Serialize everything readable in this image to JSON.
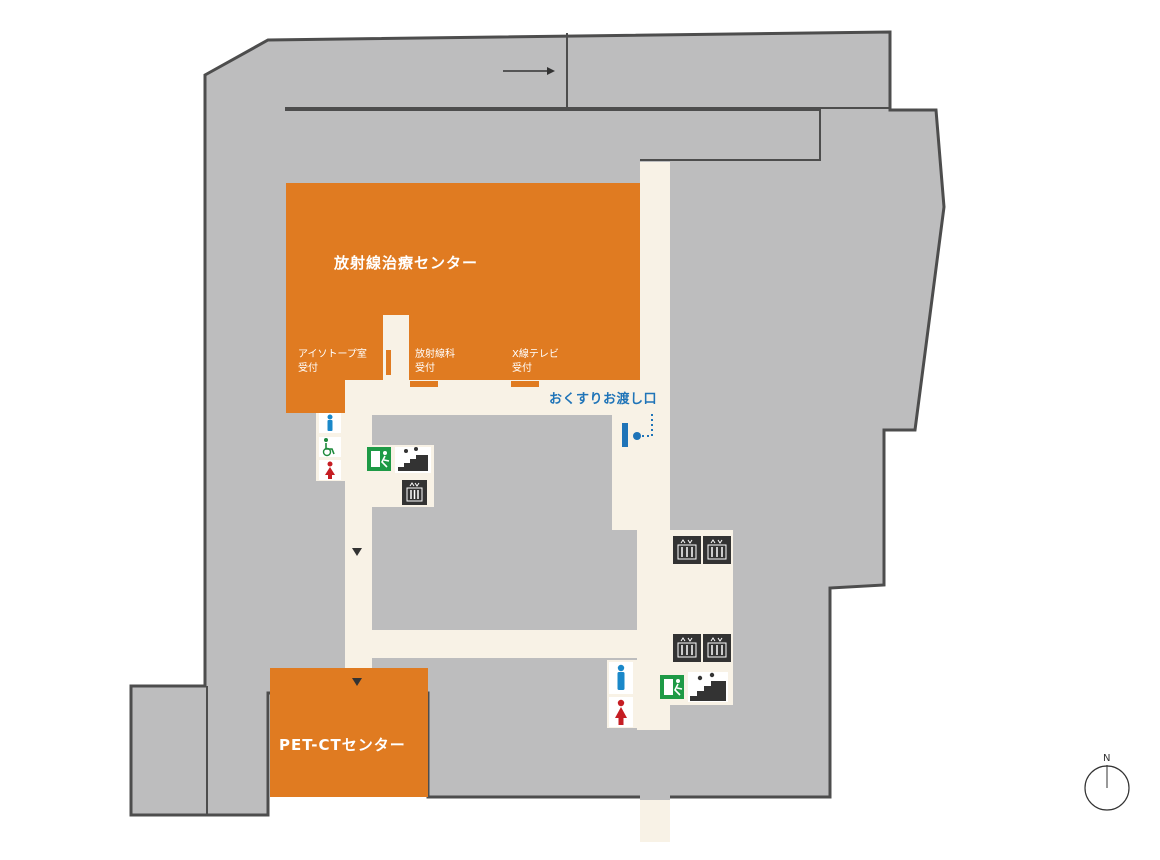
{
  "map": {
    "colors": {
      "background": "#ffffff",
      "building": "#bdbdbe",
      "outline": "#4d4d4d",
      "corridor": "#f8f2e6",
      "department": "#e07b21",
      "accent_blue": "#1f74b8",
      "exit_green": "#1e9a46",
      "icon_dark": "#333333",
      "toilet_men": "#1a88c9",
      "toilet_women": "#c51d23",
      "accessible": "#1e8a3c"
    },
    "departments": {
      "radiation_therapy": "放射線治療センター",
      "pet_ct": "PET-CTセンター"
    },
    "receptions": {
      "isotope": {
        "line1": "アイソトープ室",
        "line2": "受付"
      },
      "radiology": {
        "line1": "放射線科",
        "line2": "受付"
      },
      "xray_tv": {
        "line1": "X線テレビ",
        "line2": "受付"
      }
    },
    "pharmacy_window": "おくすりお渡し口",
    "compass": {
      "north_label": "N"
    },
    "icons": [
      "arrow-right-icon",
      "toilet-men-icon",
      "toilet-women-icon",
      "wheelchair-icon",
      "emergency-exit-icon",
      "stairs-icon",
      "elevator-icon",
      "down-triangle-icon",
      "compass-icon"
    ]
  }
}
